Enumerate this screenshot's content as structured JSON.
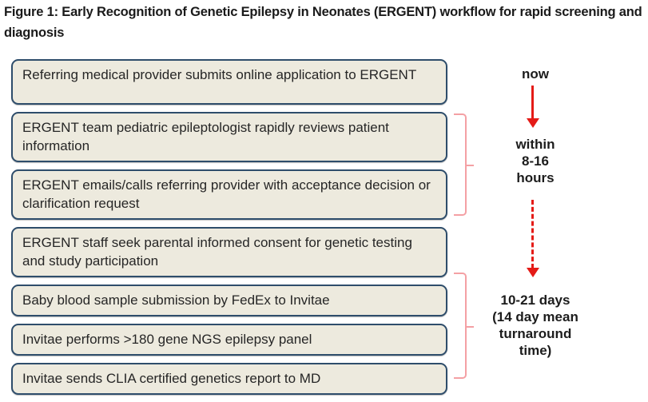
{
  "figure": {
    "caption": "Figure 1: Early Recognition of Genetic Epilepsy in Neonates (ERGENT) workflow for rapid screening and diagnosis"
  },
  "colors": {
    "box_fill": "#edeade",
    "box_border": "#2e4d6b",
    "arrow_red": "#e41b17",
    "brace_pink": "#f4a0a4",
    "text": "#262626",
    "background": "#ffffff"
  },
  "flow": {
    "steps": [
      {
        "id": "step-1",
        "text": "Referring medical provider submits online application to ERGENT",
        "lines": 2
      },
      {
        "id": "step-2",
        "text": "ERGENT team pediatric epileptologist rapidly reviews patient information",
        "lines": 2
      },
      {
        "id": "step-3",
        "text": "ERGENT emails/calls referring provider with acceptance decision or clarification request",
        "lines": 2
      },
      {
        "id": "step-4",
        "text": "ERGENT staff seek parental informed consent for genetic testing and study participation",
        "lines": 2
      },
      {
        "id": "step-5",
        "text": "Baby blood sample submission by FedEx to Invitae",
        "lines": 1
      },
      {
        "id": "step-6",
        "text": "Invitae performs >180 gene NGS epilepsy panel",
        "lines": 1
      },
      {
        "id": "step-7",
        "text": "Invitae sends CLIA certified genetics report to MD",
        "lines": 1
      }
    ]
  },
  "annotations": {
    "now_label": "now",
    "within_label": "within\n8-16\nhours",
    "within_line1": "within",
    "within_line2": "8-16",
    "within_line3": "hours",
    "days_line1": "10-21 days",
    "days_line2": "(14 day mean",
    "days_line3": "turnaround",
    "days_line4": "time)",
    "arrow_solid": "downward-arrow-solid",
    "arrow_dashed": "downward-arrow-dashed",
    "brace_upper_covers": [
      "step-2",
      "step-3"
    ],
    "brace_lower_covers": [
      "step-5",
      "step-6",
      "step-7"
    ]
  }
}
